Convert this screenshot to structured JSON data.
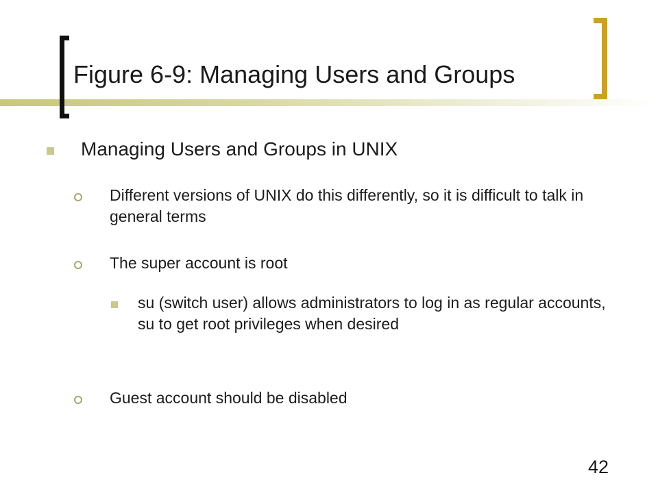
{
  "slide": {
    "title": "Figure 6-9: Managing Users and Groups",
    "number": "42"
  },
  "bullets": {
    "main": "Managing Users and Groups in UNIX",
    "sub1": "Different versions of UNIX do this differently, so it is difficult to talk in general terms",
    "sub2": "The super account is root",
    "sub2_detail": "su (switch user) allows administrators to log in as regular accounts, su to get root privileges when desired",
    "sub3": "Guest account should be disabled"
  },
  "colors": {
    "bracket_left": "#111111",
    "bracket_right": "#c9a227",
    "bullet_fill": "#c9c98a",
    "bullet_ring": "#a8a86a"
  },
  "icons": {
    "level1_bullet": "square",
    "level2_bullet": "hollow-circle",
    "level3_bullet": "square"
  }
}
